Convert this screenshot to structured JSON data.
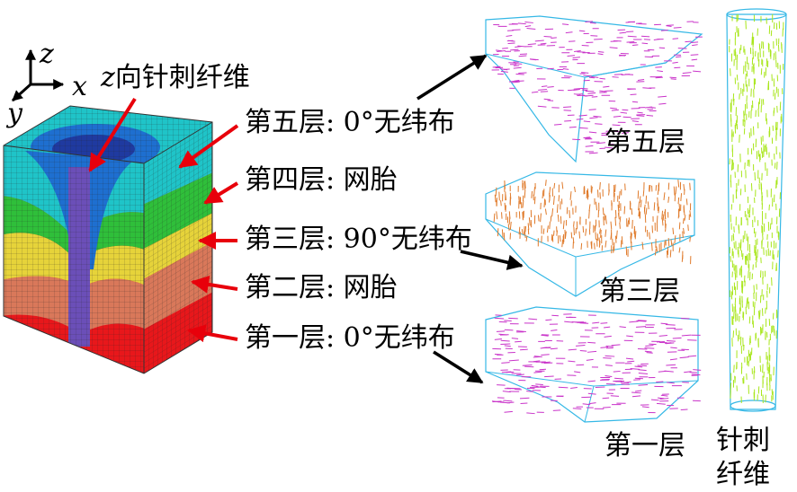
{
  "axes": {
    "z": "z",
    "x": "x",
    "y": "y"
  },
  "fiber_callout": {
    "prefix": "z",
    "suffix": "向针刺纤维"
  },
  "layer_labels": [
    "第五层: 0°无纬布",
    "第四层: 网胎",
    "第三层: 90°无纬布",
    "第二层: 网胎",
    "第一层: 0°无纬布"
  ],
  "exploded_labels": {
    "layer5": "第五层",
    "layer3": "第三层",
    "layer1": "第一层"
  },
  "needle_fiber_label": {
    "line1": "针刺",
    "line2": "纤维"
  },
  "colors": {
    "red_arrow": "#e8000b",
    "black_arrow": "#000000",
    "layer_red": "#e8171b",
    "layer_salmon": "#d9785a",
    "layer_yellow": "#e6d33a",
    "layer_green": "#2fbf3a",
    "layer_cyan": "#1fc4c8",
    "core_blue": "#1f3aa0",
    "fiber_purple": "#6b4fb8",
    "mesh_line": "#333333",
    "vector_magenta": "#c933c9",
    "vector_orange": "#e07a2a",
    "vector_green": "#a8e61a",
    "outline_cyan": "#35b8e6"
  }
}
